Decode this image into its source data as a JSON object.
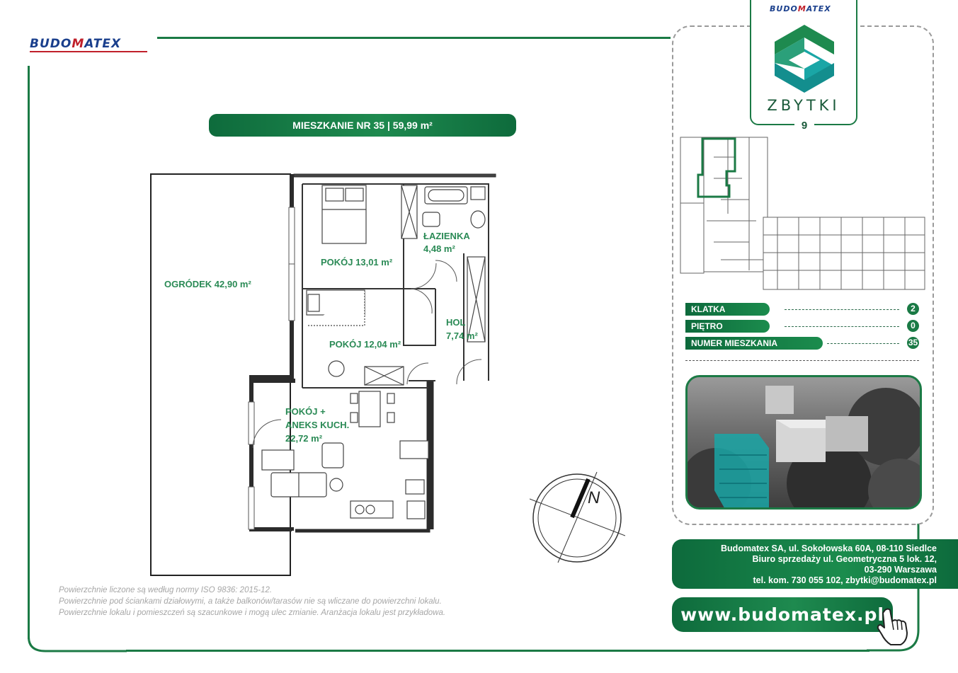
{
  "brand": {
    "left": "BUDO",
    "mark": "M",
    "right": "ATEX"
  },
  "project": {
    "name": "ZBYTKI",
    "number": "9"
  },
  "title": "MIESZKANIE NR 35 | 59,99 m²",
  "rooms": {
    "garden": "OGRÓDEK 42,90 m²",
    "bedroom": "POKÓJ 13,01 m²",
    "bathroom_name": "ŁAZIENKA",
    "bathroom_area": "4,48 m²",
    "hall_name": "HOL",
    "hall_area": "7,74 m²",
    "room2": "POKÓJ 12,04 m²",
    "living_line1": "POKÓJ +",
    "living_line2": "ANEKS KUCH.",
    "living_area": "22,72 m²"
  },
  "compass": "N",
  "info": [
    {
      "label": "KLATKA",
      "value": "2"
    },
    {
      "label": "PIĘTRO",
      "value": "0"
    },
    {
      "label": "NUMER MIESZKANIA",
      "value": "35"
    }
  ],
  "notes": [
    "Powierzchnie liczone są według normy ISO 9836: 2015-12.",
    "Powierzchnie pod ściankami działowymi, a także balkonów/tarasów nie są wliczane do powierzchni lokalu.",
    "Powierzchnie lokalu i pomieszczeń są szacunkowe i mogą ulec zmianie. Aranżacja lokalu jest przykładowa."
  ],
  "contact": {
    "line1": "Budomatex SA, ul. Sokołowska 60A, 08-110 Siedlce",
    "line2": "Biuro sprzedaży ul. Geometryczna 5 lok. 12,",
    "line3": "03-290 Warszawa",
    "line4": "tel. kom. 730 055 102, zbytki@budomatex.pl"
  },
  "website": "www.budomatex.pl",
  "colors": {
    "accent": "#1b7a45",
    "dark": "#0d5f33",
    "brand_blue": "#1a3f8c",
    "brand_red": "#c0202a",
    "teal": "#1aa6a6"
  }
}
